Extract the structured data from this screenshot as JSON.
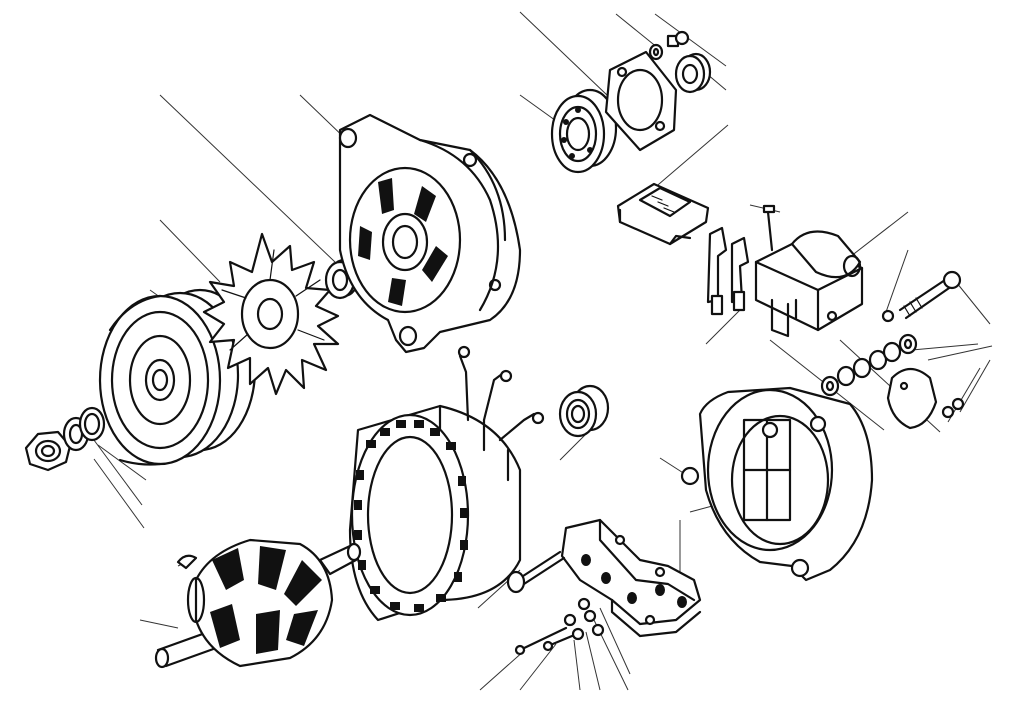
{
  "figure": {
    "kind": "exploded-assembly-drawing",
    "subject": "alternator",
    "line_color": "#111111",
    "background": "#ffffff",
    "printed_text": []
  },
  "parts": [
    "pulley-nut",
    "spring-washer",
    "flat-washer",
    "pulley",
    "fan",
    "spacer-ring",
    "drive-end-housing",
    "front-bearing",
    "bearing-cover-plate",
    "small-bearing",
    "cover-screws",
    "voltage-regulator",
    "brush-contacts",
    "brush-holder",
    "through-bolt",
    "insulating-washers",
    "terminal-cover",
    "slip-ring-end-housing",
    "stator",
    "rear-bearing",
    "rotor",
    "woodruff-key",
    "rectifier-bridge",
    "rectifier-bolts",
    "diode-plate-washers"
  ]
}
